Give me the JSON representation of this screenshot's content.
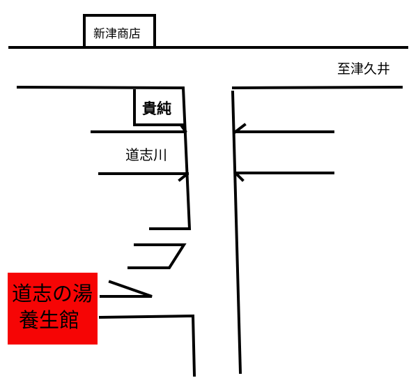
{
  "landmarks": {
    "shop": "新津商店",
    "direction": "至津久井",
    "kijun": "貴純",
    "river": "道志川",
    "destination_line1": "道志の湯",
    "destination_line2": "養生館"
  },
  "colors": {
    "destination": "#f60505",
    "road": "#000000"
  }
}
